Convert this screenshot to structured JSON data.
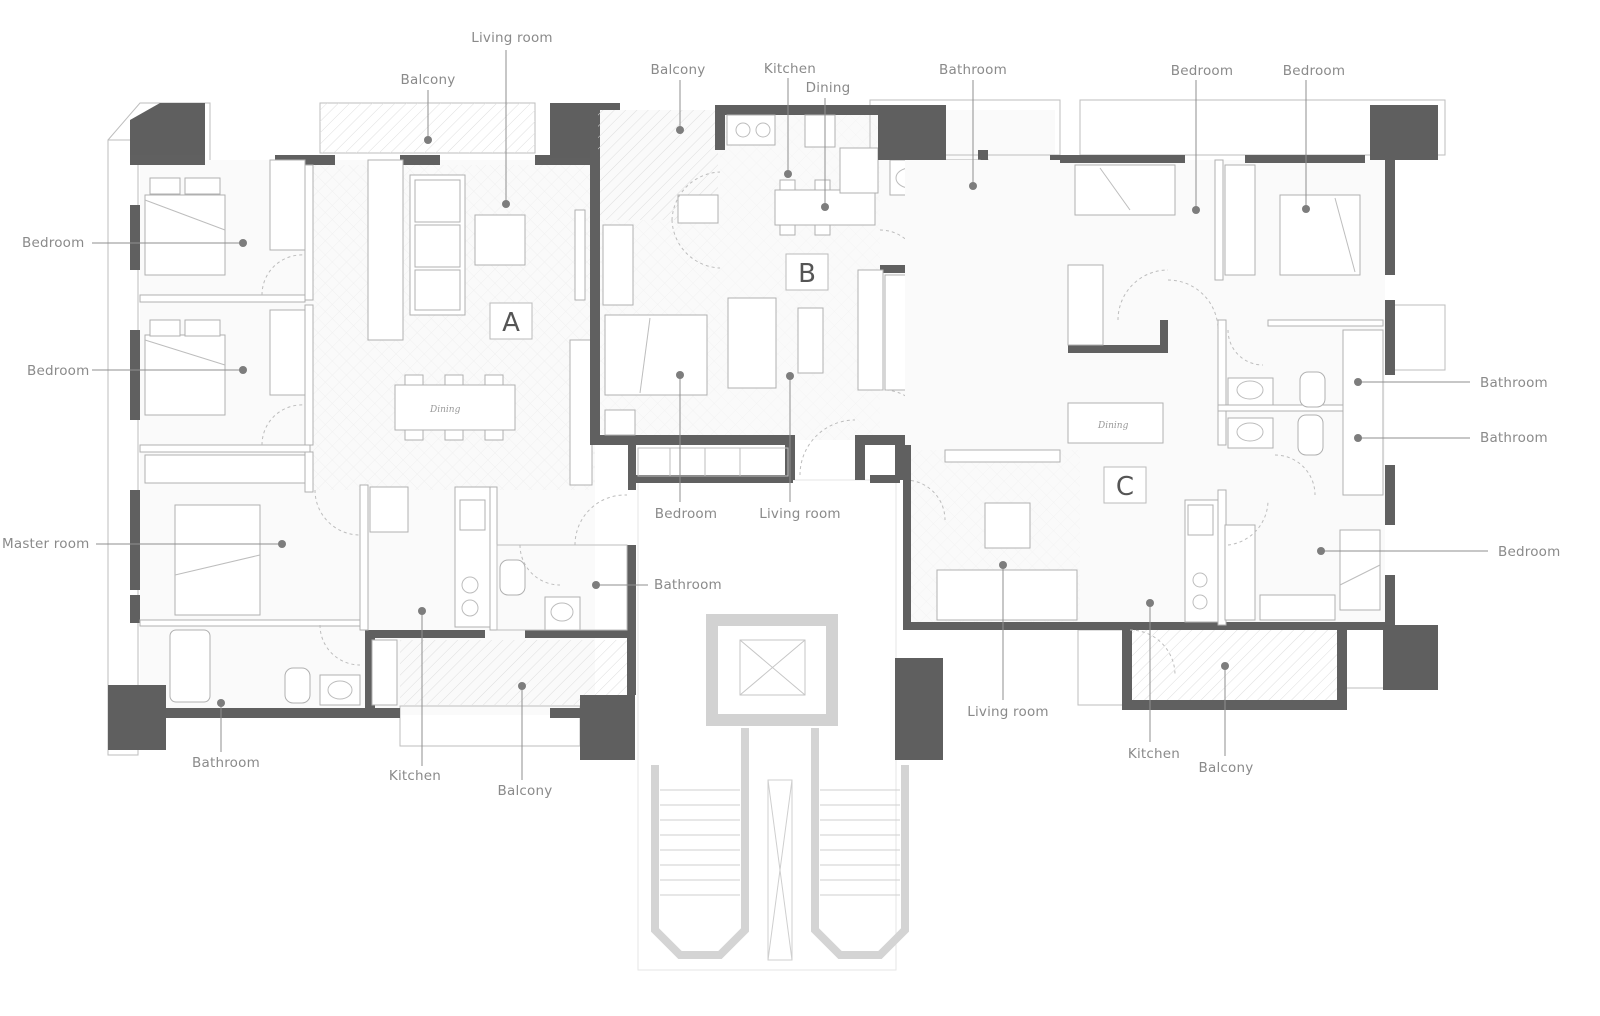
{
  "units": {
    "a": "A",
    "b": "B",
    "c": "C"
  },
  "labels": {
    "a_living": "Living room",
    "a_balcony_top": "Balcony",
    "a_bedroom1": "Bedroom",
    "a_bedroom2": "Bedroom",
    "a_master": "Master room",
    "a_bathroom": "Bathroom",
    "a_kitchen": "Kitchen",
    "a_balcony_bottom": "Balcony",
    "a_bathroom2": "Bathroom",
    "a_dining_table": "Dining",
    "b_balcony": "Balcony",
    "b_kitchen": "Kitchen",
    "b_dining": "Dining",
    "b_bathroom": "Bathroom",
    "b_bedroom": "Bedroom",
    "b_living": "Living room",
    "c_bedroom1": "Bedroom",
    "c_bedroom2": "Bedroom",
    "c_bathroom1": "Bathroom",
    "c_bathroom2": "Bathroom",
    "c_bedroom3": "Bedroom",
    "c_living": "Living room",
    "c_kitchen": "Kitchen",
    "c_balcony": "Balcony",
    "c_dining_table": "Dining"
  }
}
